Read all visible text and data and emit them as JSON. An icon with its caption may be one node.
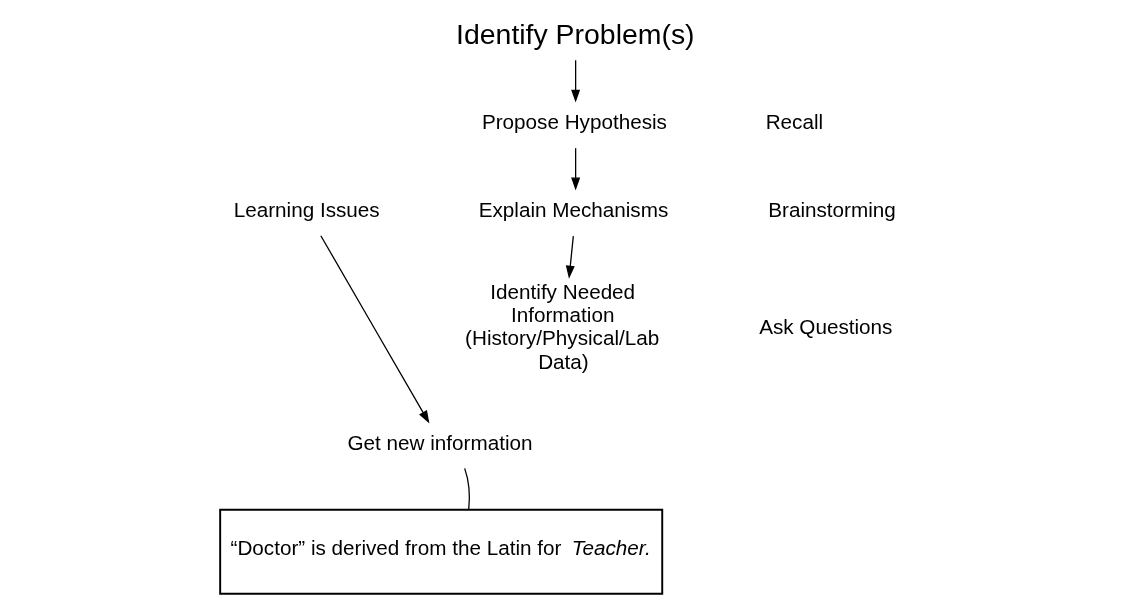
{
  "diagram": {
    "nodes": [
      {
        "text": [
          "Identify Problem(s)"
        ]
      },
      {
        "text": [
          "Propose Hypothesis"
        ]
      },
      {
        "text": [
          "Explain Mechanisms"
        ]
      },
      {
        "text": [
          "Identify Needed Information (History/Physical/Lab Data)"
        ]
      },
      {
        "text": [
          "Learning Issues"
        ]
      },
      {
        "text": [
          "Get new information"
        ]
      },
      {
        "text": [
          "“Doctor” is derived from the Latin for *Teacher.*"
        ]
      }
    ],
    "edges": [
      {
        "from": 0,
        "to": 1,
        "arrow": "to"
      },
      {
        "from": 1,
        "to": 2,
        "arrow": "to"
      },
      {
        "from": 2,
        "to": 3,
        "arrow": "to"
      },
      {
        "from": 4,
        "to": 5,
        "arrow": "to"
      },
      {
        "from": 6,
        "to": 5,
        "arrow": "none"
      }
    ],
    "labels": [
      "Recall",
      "Brainstorming",
      "Ask Questions"
    ]
  }
}
